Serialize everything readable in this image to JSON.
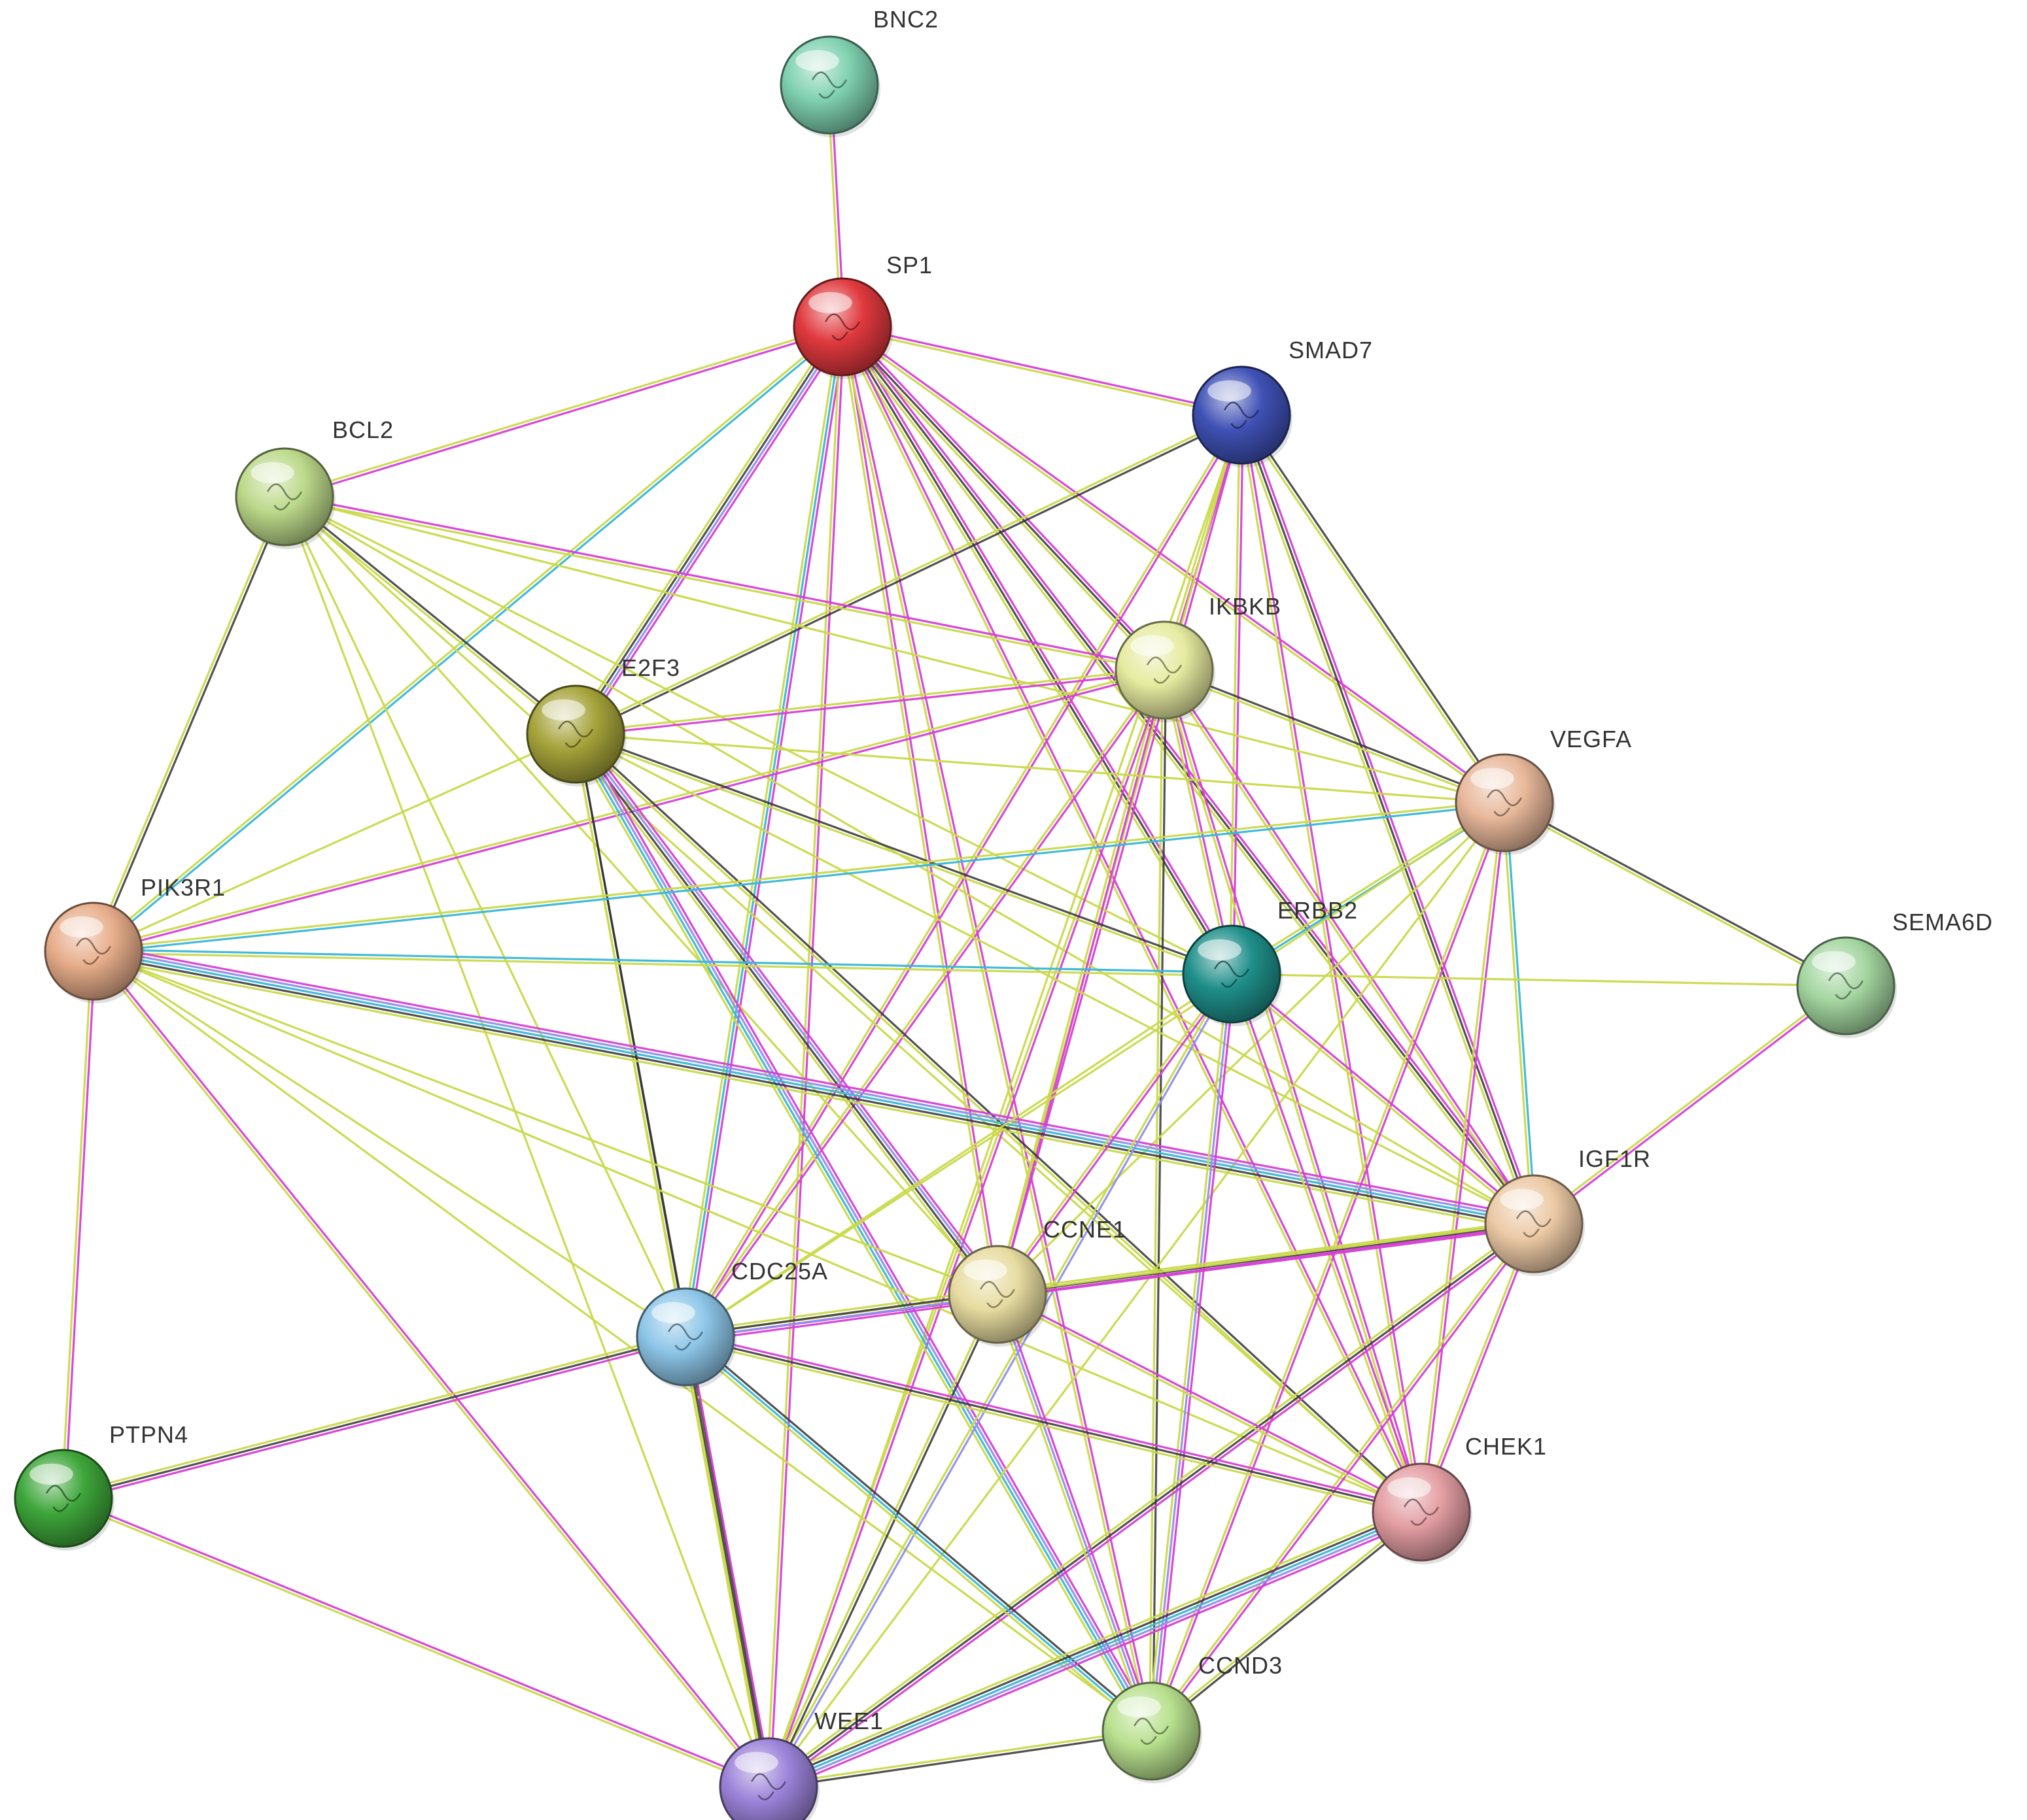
{
  "network": {
    "nodes": [
      {
        "id": "BNC2",
        "label": "BNC2",
        "color": "#7fd1b0"
      },
      {
        "id": "SP1",
        "label": "SP1",
        "color": "#e0393e"
      },
      {
        "id": "SMAD7",
        "label": "SMAD7",
        "color": "#3f51b5"
      },
      {
        "id": "BCL2",
        "label": "BCL2",
        "color": "#bcd98a"
      },
      {
        "id": "IKBKB",
        "label": "IKBKB",
        "color": "#e6eba0"
      },
      {
        "id": "E2F3",
        "label": "E2F3",
        "color": "#a5a33a"
      },
      {
        "id": "VEGFA",
        "label": "VEGFA",
        "color": "#e8b89a"
      },
      {
        "id": "PIK3R1",
        "label": "PIK3R1",
        "color": "#e7ad8a"
      },
      {
        "id": "ERBB2",
        "label": "ERBB2",
        "color": "#1f8f8a"
      },
      {
        "id": "SEMA6D",
        "label": "SEMA6D",
        "color": "#a4d6a0"
      },
      {
        "id": "IGF1R",
        "label": "IGF1R",
        "color": "#ecc9a5"
      },
      {
        "id": "CCNE1",
        "label": "CCNE1",
        "color": "#e7dca0"
      },
      {
        "id": "CDC25A",
        "label": "CDC25A",
        "color": "#8dc6e8"
      },
      {
        "id": "PTPN4",
        "label": "PTPN4",
        "color": "#3ea63a"
      },
      {
        "id": "CHEK1",
        "label": "CHEK1",
        "color": "#e39ea3"
      },
      {
        "id": "CCND3",
        "label": "CCND3",
        "color": "#b8e08e"
      },
      {
        "id": "WEE1",
        "label": "WEE1",
        "color": "#9b82d8"
      }
    ],
    "edges": [
      {
        "source": "BNC2",
        "target": "SP1",
        "types": [
          "magenta",
          "yellow"
        ]
      },
      {
        "source": "SP1",
        "target": "SMAD7",
        "types": [
          "magenta",
          "yellow"
        ]
      },
      {
        "source": "SP1",
        "target": "BCL2",
        "types": [
          "magenta",
          "yellow"
        ]
      },
      {
        "source": "SP1",
        "target": "E2F3",
        "types": [
          "magenta",
          "blue",
          "black",
          "yellow"
        ]
      },
      {
        "source": "SP1",
        "target": "IKBKB",
        "types": [
          "magenta",
          "black",
          "yellow"
        ]
      },
      {
        "source": "SP1",
        "target": "VEGFA",
        "types": [
          "magenta",
          "yellow"
        ]
      },
      {
        "source": "SP1",
        "target": "PIK3R1",
        "types": [
          "cyan",
          "yellow"
        ]
      },
      {
        "source": "SP1",
        "target": "ERBB2",
        "types": [
          "magenta",
          "black",
          "yellow"
        ]
      },
      {
        "source": "SP1",
        "target": "IGF1R",
        "types": [
          "magenta",
          "black",
          "yellow"
        ]
      },
      {
        "source": "SP1",
        "target": "CCNE1",
        "types": [
          "magenta",
          "yellow"
        ]
      },
      {
        "source": "SP1",
        "target": "CDC25A",
        "types": [
          "magenta",
          "cyan",
          "yellow"
        ]
      },
      {
        "source": "SP1",
        "target": "CHEK1",
        "types": [
          "magenta",
          "yellow"
        ]
      },
      {
        "source": "SP1",
        "target": "CCND3",
        "types": [
          "magenta",
          "yellow"
        ]
      },
      {
        "source": "SP1",
        "target": "WEE1",
        "types": [
          "magenta",
          "yellow"
        ]
      },
      {
        "source": "SMAD7",
        "target": "E2F3",
        "types": [
          "black",
          "yellow"
        ]
      },
      {
        "source": "SMAD7",
        "target": "IKBKB",
        "types": [
          "magenta",
          "yellow"
        ]
      },
      {
        "source": "SMAD7",
        "target": "VEGFA",
        "types": [
          "black",
          "yellow"
        ]
      },
      {
        "source": "SMAD7",
        "target": "ERBB2",
        "types": [
          "magenta",
          "yellow"
        ]
      },
      {
        "source": "SMAD7",
        "target": "IGF1R",
        "types": [
          "magenta",
          "black",
          "yellow"
        ]
      },
      {
        "source": "SMAD7",
        "target": "CCNE1",
        "types": [
          "magenta",
          "yellow"
        ]
      },
      {
        "source": "SMAD7",
        "target": "CDC25A",
        "types": [
          "magenta",
          "yellow"
        ]
      },
      {
        "source": "SMAD7",
        "target": "CHEK1",
        "types": [
          "magenta",
          "yellow"
        ]
      },
      {
        "source": "SMAD7",
        "target": "WEE1",
        "types": [
          "yellow"
        ]
      },
      {
        "source": "BCL2",
        "target": "PIK3R1",
        "types": [
          "black",
          "yellow"
        ]
      },
      {
        "source": "BCL2",
        "target": "E2F3",
        "types": [
          "black",
          "yellow"
        ]
      },
      {
        "source": "BCL2",
        "target": "IKBKB",
        "types": [
          "magenta",
          "yellow"
        ]
      },
      {
        "source": "BCL2",
        "target": "VEGFA",
        "types": [
          "yellow"
        ]
      },
      {
        "source": "BCL2",
        "target": "ERBB2",
        "types": [
          "yellow"
        ]
      },
      {
        "source": "BCL2",
        "target": "IGF1R",
        "types": [
          "yellow"
        ]
      },
      {
        "source": "BCL2",
        "target": "CCNE1",
        "types": [
          "yellow"
        ]
      },
      {
        "source": "BCL2",
        "target": "CDC25A",
        "types": [
          "yellow"
        ]
      },
      {
        "source": "BCL2",
        "target": "CHEK1",
        "types": [
          "yellow"
        ]
      },
      {
        "source": "BCL2",
        "target": "WEE1",
        "types": [
          "yellow"
        ]
      },
      {
        "source": "IKBKB",
        "target": "E2F3",
        "types": [
          "magenta",
          "yellow"
        ]
      },
      {
        "source": "IKBKB",
        "target": "PIK3R1",
        "types": [
          "magenta",
          "yellow"
        ]
      },
      {
        "source": "IKBKB",
        "target": "VEGFA",
        "types": [
          "black",
          "yellow"
        ]
      },
      {
        "source": "IKBKB",
        "target": "ERBB2",
        "types": [
          "magenta",
          "yellow"
        ]
      },
      {
        "source": "IKBKB",
        "target": "IGF1R",
        "types": [
          "magenta",
          "yellow"
        ]
      },
      {
        "source": "IKBKB",
        "target": "CCNE1",
        "types": [
          "magenta",
          "yellow"
        ]
      },
      {
        "source": "IKBKB",
        "target": "CDC25A",
        "types": [
          "magenta",
          "yellow"
        ]
      },
      {
        "source": "IKBKB",
        "target": "CHEK1",
        "types": [
          "magenta",
          "yellow"
        ]
      },
      {
        "source": "IKBKB",
        "target": "CCND3",
        "types": [
          "black",
          "yellow"
        ]
      },
      {
        "source": "IKBKB",
        "target": "WEE1",
        "types": [
          "magenta",
          "yellow"
        ]
      },
      {
        "source": "E2F3",
        "target": "PIK3R1",
        "types": [
          "yellow"
        ]
      },
      {
        "source": "E2F3",
        "target": "VEGFA",
        "types": [
          "yellow"
        ]
      },
      {
        "source": "E2F3",
        "target": "ERBB2",
        "types": [
          "black",
          "yellow"
        ]
      },
      {
        "source": "E2F3",
        "target": "IGF1R",
        "types": [
          "yellow"
        ]
      },
      {
        "source": "E2F3",
        "target": "CCNE1",
        "types": [
          "magenta",
          "blue",
          "black",
          "yellow"
        ]
      },
      {
        "source": "E2F3",
        "target": "CDC25A",
        "types": [
          "black",
          "yellow"
        ]
      },
      {
        "source": "E2F3",
        "target": "CHEK1",
        "types": [
          "black",
          "yellow"
        ]
      },
      {
        "source": "E2F3",
        "target": "CCND3",
        "types": [
          "magenta",
          "blue",
          "cyan",
          "yellow"
        ]
      },
      {
        "source": "E2F3",
        "target": "WEE1",
        "types": [
          "black",
          "yellow"
        ]
      },
      {
        "source": "VEGFA",
        "target": "PIK3R1",
        "types": [
          "cyan",
          "yellow"
        ]
      },
      {
        "source": "VEGFA",
        "target": "ERBB2",
        "types": [
          "cyan",
          "yellow"
        ]
      },
      {
        "source": "VEGFA",
        "target": "SEMA6D",
        "types": [
          "black",
          "yellow"
        ]
      },
      {
        "source": "VEGFA",
        "target": "IGF1R",
        "types": [
          "cyan",
          "yellow"
        ]
      },
      {
        "source": "VEGFA",
        "target": "CCNE1",
        "types": [
          "yellow"
        ]
      },
      {
        "source": "VEGFA",
        "target": "CDC25A",
        "types": [
          "yellow"
        ]
      },
      {
        "source": "VEGFA",
        "target": "CHEK1",
        "types": [
          "magenta",
          "yellow"
        ]
      },
      {
        "source": "VEGFA",
        "target": "CCND3",
        "types": [
          "magenta",
          "yellow"
        ]
      },
      {
        "source": "VEGFA",
        "target": "WEE1",
        "types": [
          "yellow"
        ]
      },
      {
        "source": "PIK3R1",
        "target": "ERBB2",
        "types": [
          "cyan",
          "yellow"
        ]
      },
      {
        "source": "PIK3R1",
        "target": "IGF1R",
        "types": [
          "magenta",
          "blue",
          "cyan",
          "black",
          "yellow"
        ]
      },
      {
        "source": "PIK3R1",
        "target": "CCNE1",
        "types": [
          "yellow"
        ]
      },
      {
        "source": "PIK3R1",
        "target": "CDC25A",
        "types": [
          "yellow"
        ]
      },
      {
        "source": "PIK3R1",
        "target": "CHEK1",
        "types": [
          "yellow"
        ]
      },
      {
        "source": "PIK3R1",
        "target": "CCND3",
        "types": [
          "yellow"
        ]
      },
      {
        "source": "PIK3R1",
        "target": "PTPN4",
        "types": [
          "magenta",
          "yellow"
        ]
      },
      {
        "source": "PIK3R1",
        "target": "WEE1",
        "types": [
          "magenta",
          "yellow"
        ]
      },
      {
        "source": "ERBB2",
        "target": "SEMA6D",
        "types": [
          "yellow"
        ]
      },
      {
        "source": "ERBB2",
        "target": "IGF1R",
        "types": [
          "magenta",
          "yellow"
        ]
      },
      {
        "source": "ERBB2",
        "target": "CCNE1",
        "types": [
          "magenta",
          "yellow"
        ]
      },
      {
        "source": "ERBB2",
        "target": "CDC25A",
        "types": [
          "yellow"
        ]
      },
      {
        "source": "ERBB2",
        "target": "CHEK1",
        "types": [
          "magenta",
          "yellow"
        ]
      },
      {
        "source": "ERBB2",
        "target": "CCND3",
        "types": [
          "magenta",
          "blue",
          "yellow"
        ]
      },
      {
        "source": "ERBB2",
        "target": "WEE1",
        "types": [
          "blue",
          "yellow"
        ]
      },
      {
        "source": "SEMA6D",
        "target": "IGF1R",
        "types": [
          "magenta",
          "yellow"
        ]
      },
      {
        "source": "IGF1R",
        "target": "CCNE1",
        "types": [
          "magenta",
          "black",
          "yellow"
        ]
      },
      {
        "source": "IGF1R",
        "target": "CDC25A",
        "types": [
          "magenta",
          "yellow"
        ]
      },
      {
        "source": "IGF1R",
        "target": "CHEK1",
        "types": [
          "magenta",
          "yellow"
        ]
      },
      {
        "source": "IGF1R",
        "target": "CCND3",
        "types": [
          "magenta",
          "yellow"
        ]
      },
      {
        "source": "IGF1R",
        "target": "WEE1",
        "types": [
          "magenta",
          "black",
          "yellow"
        ]
      },
      {
        "source": "CCNE1",
        "target": "CDC25A",
        "types": [
          "magenta",
          "blue",
          "black",
          "yellow"
        ]
      },
      {
        "source": "CCNE1",
        "target": "CHEK1",
        "types": [
          "magenta",
          "yellow"
        ]
      },
      {
        "source": "CCNE1",
        "target": "CCND3",
        "types": [
          "magenta",
          "blue",
          "yellow"
        ]
      },
      {
        "source": "CCNE1",
        "target": "WEE1",
        "types": [
          "black",
          "yellow"
        ]
      },
      {
        "source": "CDC25A",
        "target": "PTPN4",
        "types": [
          "magenta",
          "black",
          "yellow"
        ]
      },
      {
        "source": "CDC25A",
        "target": "CHEK1",
        "types": [
          "magenta",
          "black",
          "yellow"
        ]
      },
      {
        "source": "CDC25A",
        "target": "CCND3",
        "types": [
          "black",
          "cyan",
          "yellow"
        ]
      },
      {
        "source": "CDC25A",
        "target": "WEE1",
        "types": [
          "magenta",
          "black",
          "yellow"
        ]
      },
      {
        "source": "PTPN4",
        "target": "WEE1",
        "types": [
          "magenta",
          "yellow"
        ]
      },
      {
        "source": "CHEK1",
        "target": "CCND3",
        "types": [
          "black",
          "yellow"
        ]
      },
      {
        "source": "CHEK1",
        "target": "WEE1",
        "types": [
          "magenta",
          "blue",
          "cyan",
          "black",
          "yellow"
        ]
      },
      {
        "source": "CCND3",
        "target": "WEE1",
        "types": [
          "black",
          "yellow"
        ]
      }
    ],
    "edge_colors": {
      "magenta": "#d63fd6",
      "yellow": "#c9d94a",
      "black": "#333333",
      "cyan": "#39b6d8",
      "blue": "#8f8ff0"
    }
  }
}
